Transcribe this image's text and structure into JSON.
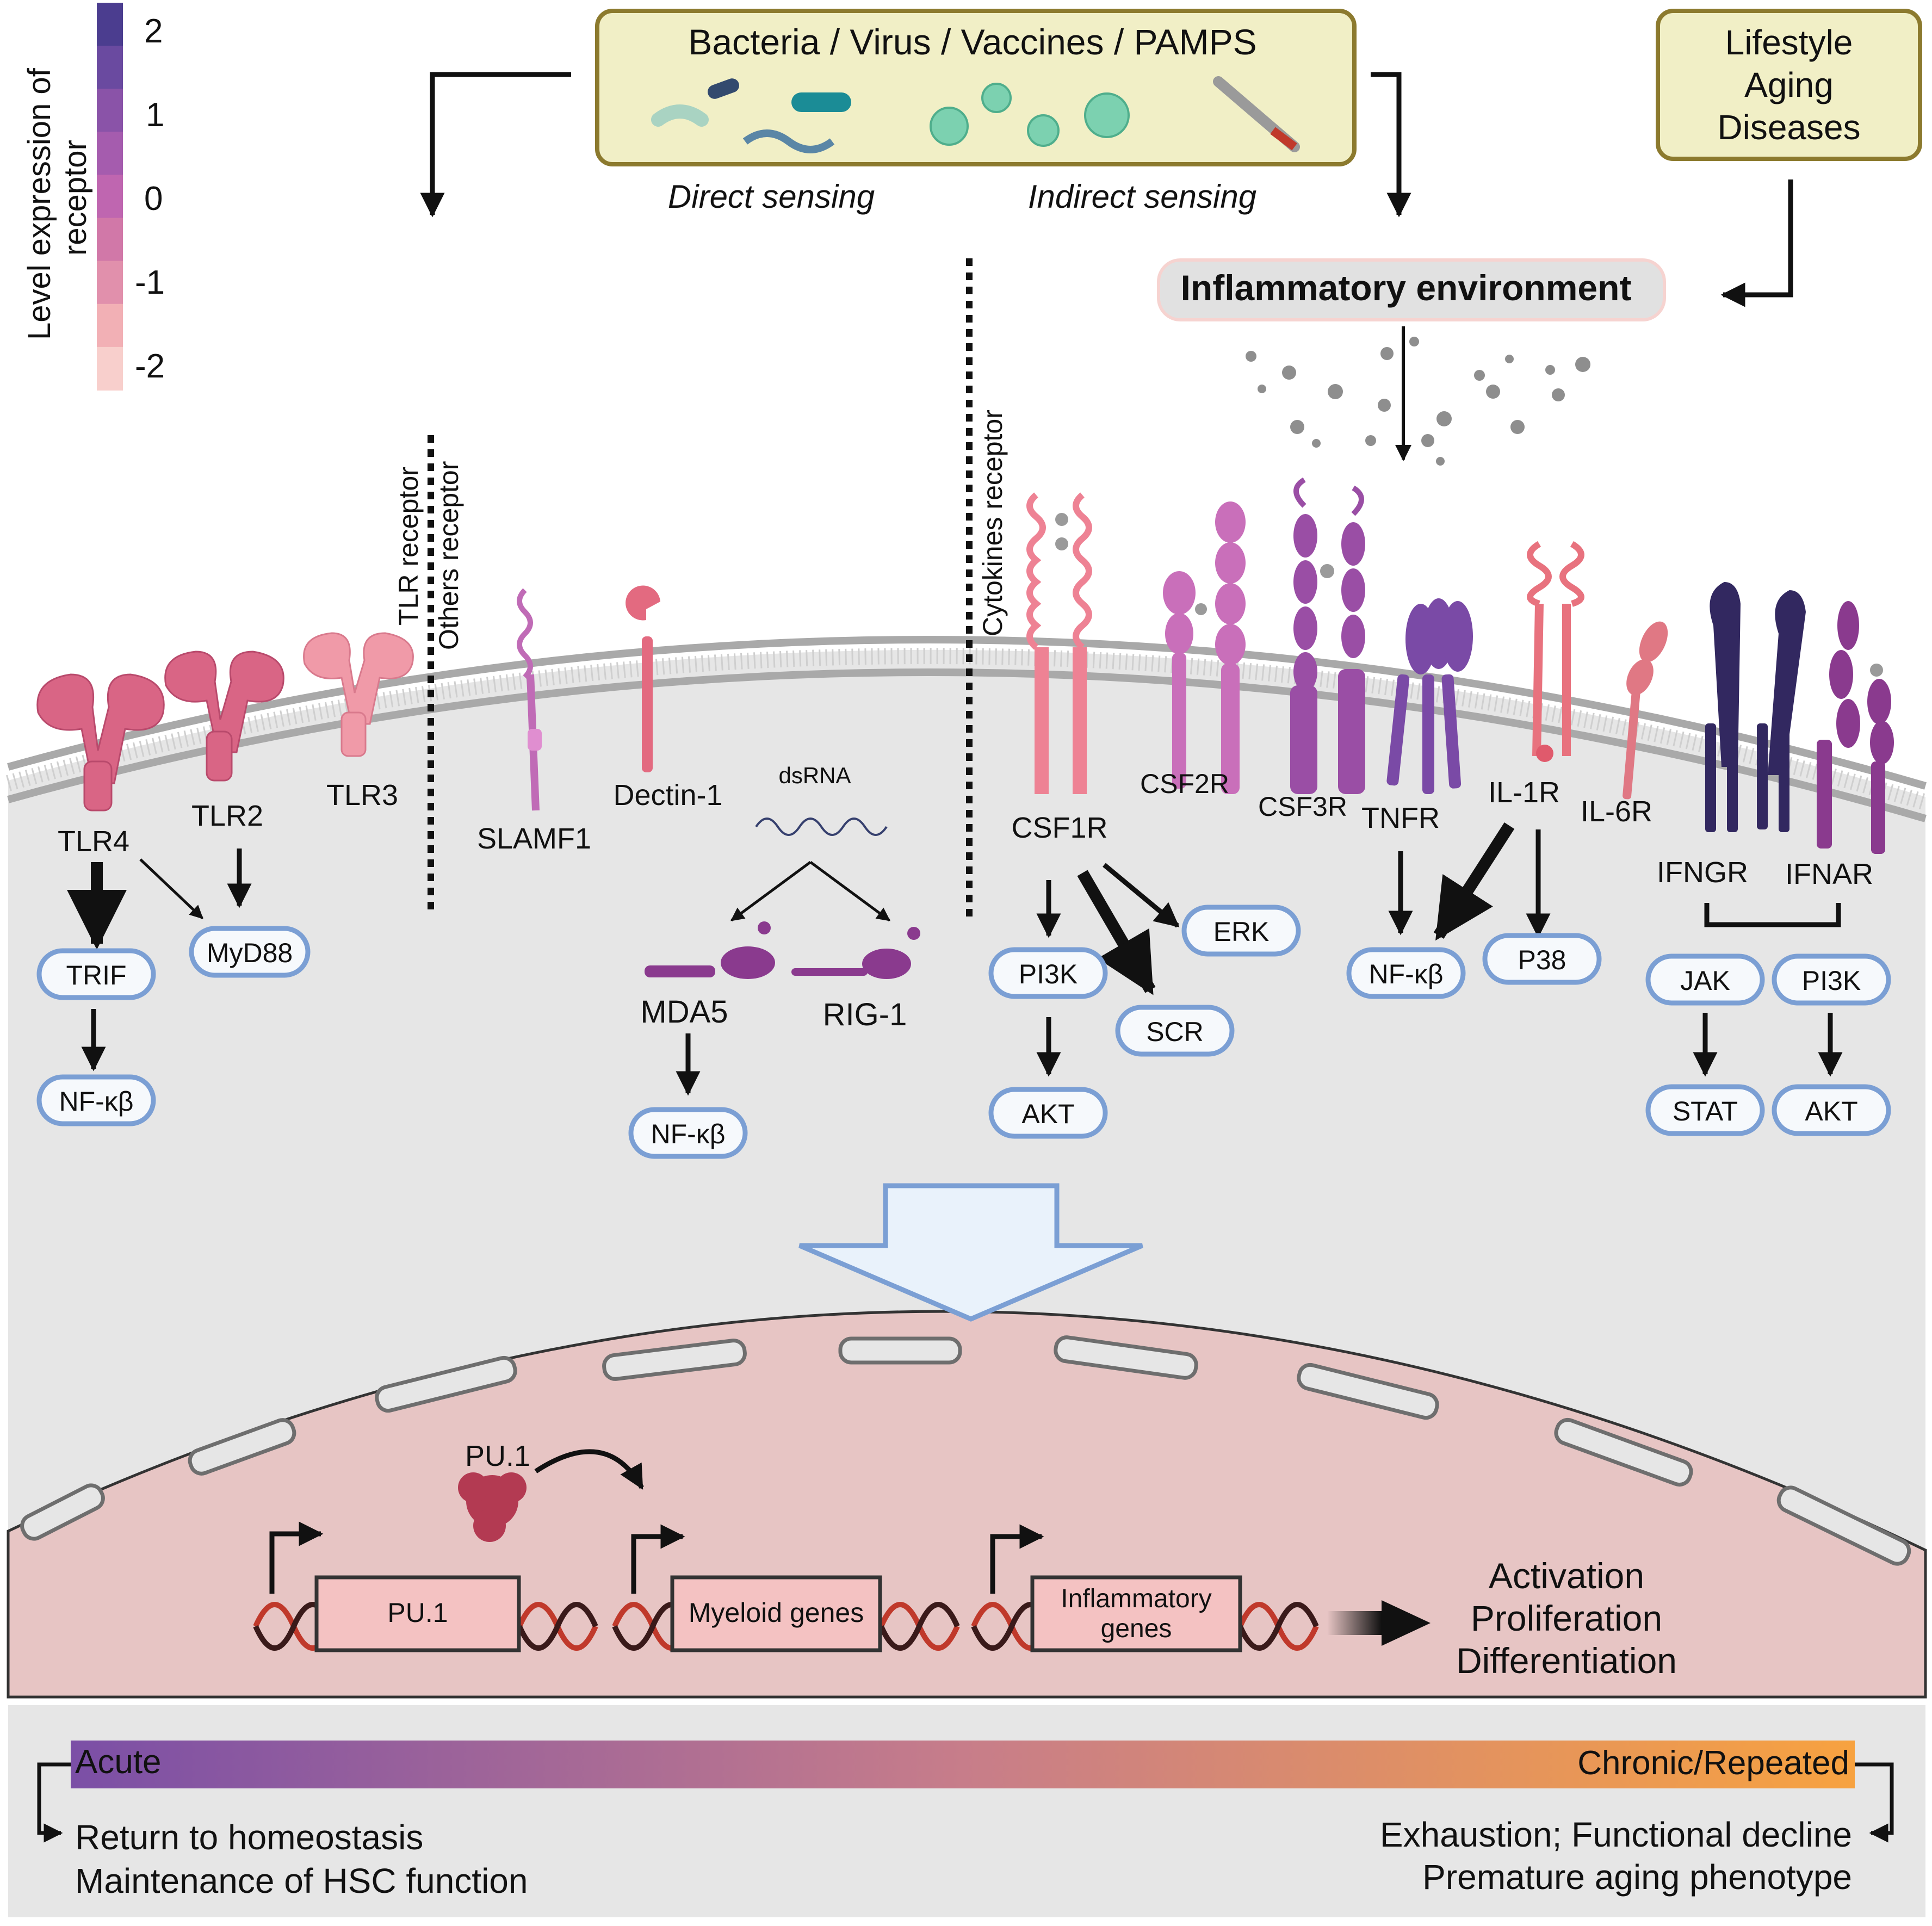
{
  "legend": {
    "title_line1": "Level expression of",
    "title_line2": "receptor",
    "ticks": [
      "2",
      "1",
      "0",
      "-1",
      "-2"
    ],
    "colors": [
      "#4b3d8f",
      "#6a4aa0",
      "#8a53a8",
      "#a55cae",
      "#bf66b0",
      "#d178a8",
      "#e190ac",
      "#f2b0b5",
      "#f8cfcc"
    ]
  },
  "top": {
    "source_title": "Bacteria / Virus / Vaccines / PAMPS",
    "direct_sensing": "Direct sensing",
    "indirect_sensing": "Indirect sensing",
    "lifestyle": [
      "Lifestyle",
      "Aging",
      "Diseases"
    ],
    "inflammatory": "Inflammatory environment"
  },
  "dividers": {
    "tlr": "TLR receptor",
    "others": "Others receptor",
    "cytokines": "Cytokines receptor"
  },
  "receptors": {
    "tlr4": "TLR4",
    "tlr2": "TLR2",
    "tlr3": "TLR3",
    "slamf1": "SLAMF1",
    "dectin1": "Dectin-1",
    "dsrna": "dsRNA",
    "mda5": "MDA5",
    "rig1": "RIG-1",
    "csf1r": "CSF1R",
    "csf2r": "CSF2R",
    "csf3r": "CSF3R",
    "tnfr": "TNFR",
    "il1r": "IL-1R",
    "il6r": "IL-6R",
    "ifngr": "IFNGR",
    "ifnar": "IFNAR"
  },
  "signals": {
    "trif": "TRIF",
    "myd88": "MyD88",
    "nfkb": "NF-κβ",
    "pi3k": "PI3K",
    "akt": "AKT",
    "scr": "SCR",
    "erk": "ERK",
    "p38": "P38",
    "jak": "JAK",
    "stat": "STAT"
  },
  "nucleus": {
    "pu1_protein": "PU.1",
    "gene_pu1": "PU.1",
    "gene_myeloid": "Myeloid genes",
    "gene_inflammatory_1": "Inflammatory",
    "gene_inflammatory_2": "genes",
    "outcomes": [
      "Activation",
      "Proliferation",
      "Differentiation"
    ]
  },
  "timeline": {
    "acute": "Acute",
    "chronic": "Chronic/Repeated",
    "left_1": "Return to homeostasis",
    "left_2": "Maintenance of HSC function",
    "right_1": "Exhaustion; Functional decline",
    "right_2": "Premature aging phenotype",
    "gradient_start": "#7b4fa6",
    "gradient_end": "#f7a240"
  }
}
